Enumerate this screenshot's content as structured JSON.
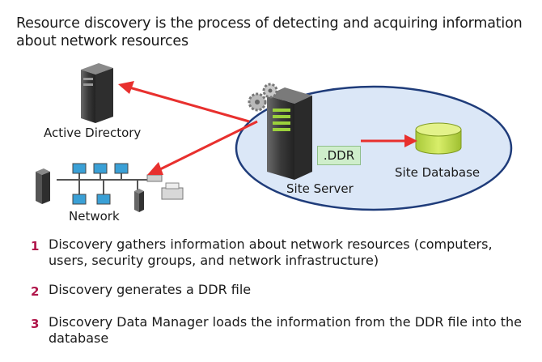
{
  "intro": "Resource discovery is the process of detecting and acquiring information about network resources",
  "labels": {
    "active_directory": "Active Directory",
    "network": "Network",
    "site_server": "Site Server",
    "site_database": "Site Database",
    "ddr": ".DDR"
  },
  "steps": [
    {
      "num": "1",
      "text": "Discovery gathers information about network resources (computers, users, security groups, and network infrastructure)"
    },
    {
      "num": "2",
      "text": "Discovery generates a DDR file"
    },
    {
      "num": "3",
      "text": "Discovery Data Manager loads the information from the DDR file into the database"
    }
  ],
  "colors": {
    "arrow": "#e8302e",
    "ellipse_fill": "#dbe7f7",
    "ellipse_stroke": "#1f3c7a",
    "step_number": "#b0154a",
    "ddr_badge": "#cfeecb",
    "database": "#c7e04a"
  }
}
